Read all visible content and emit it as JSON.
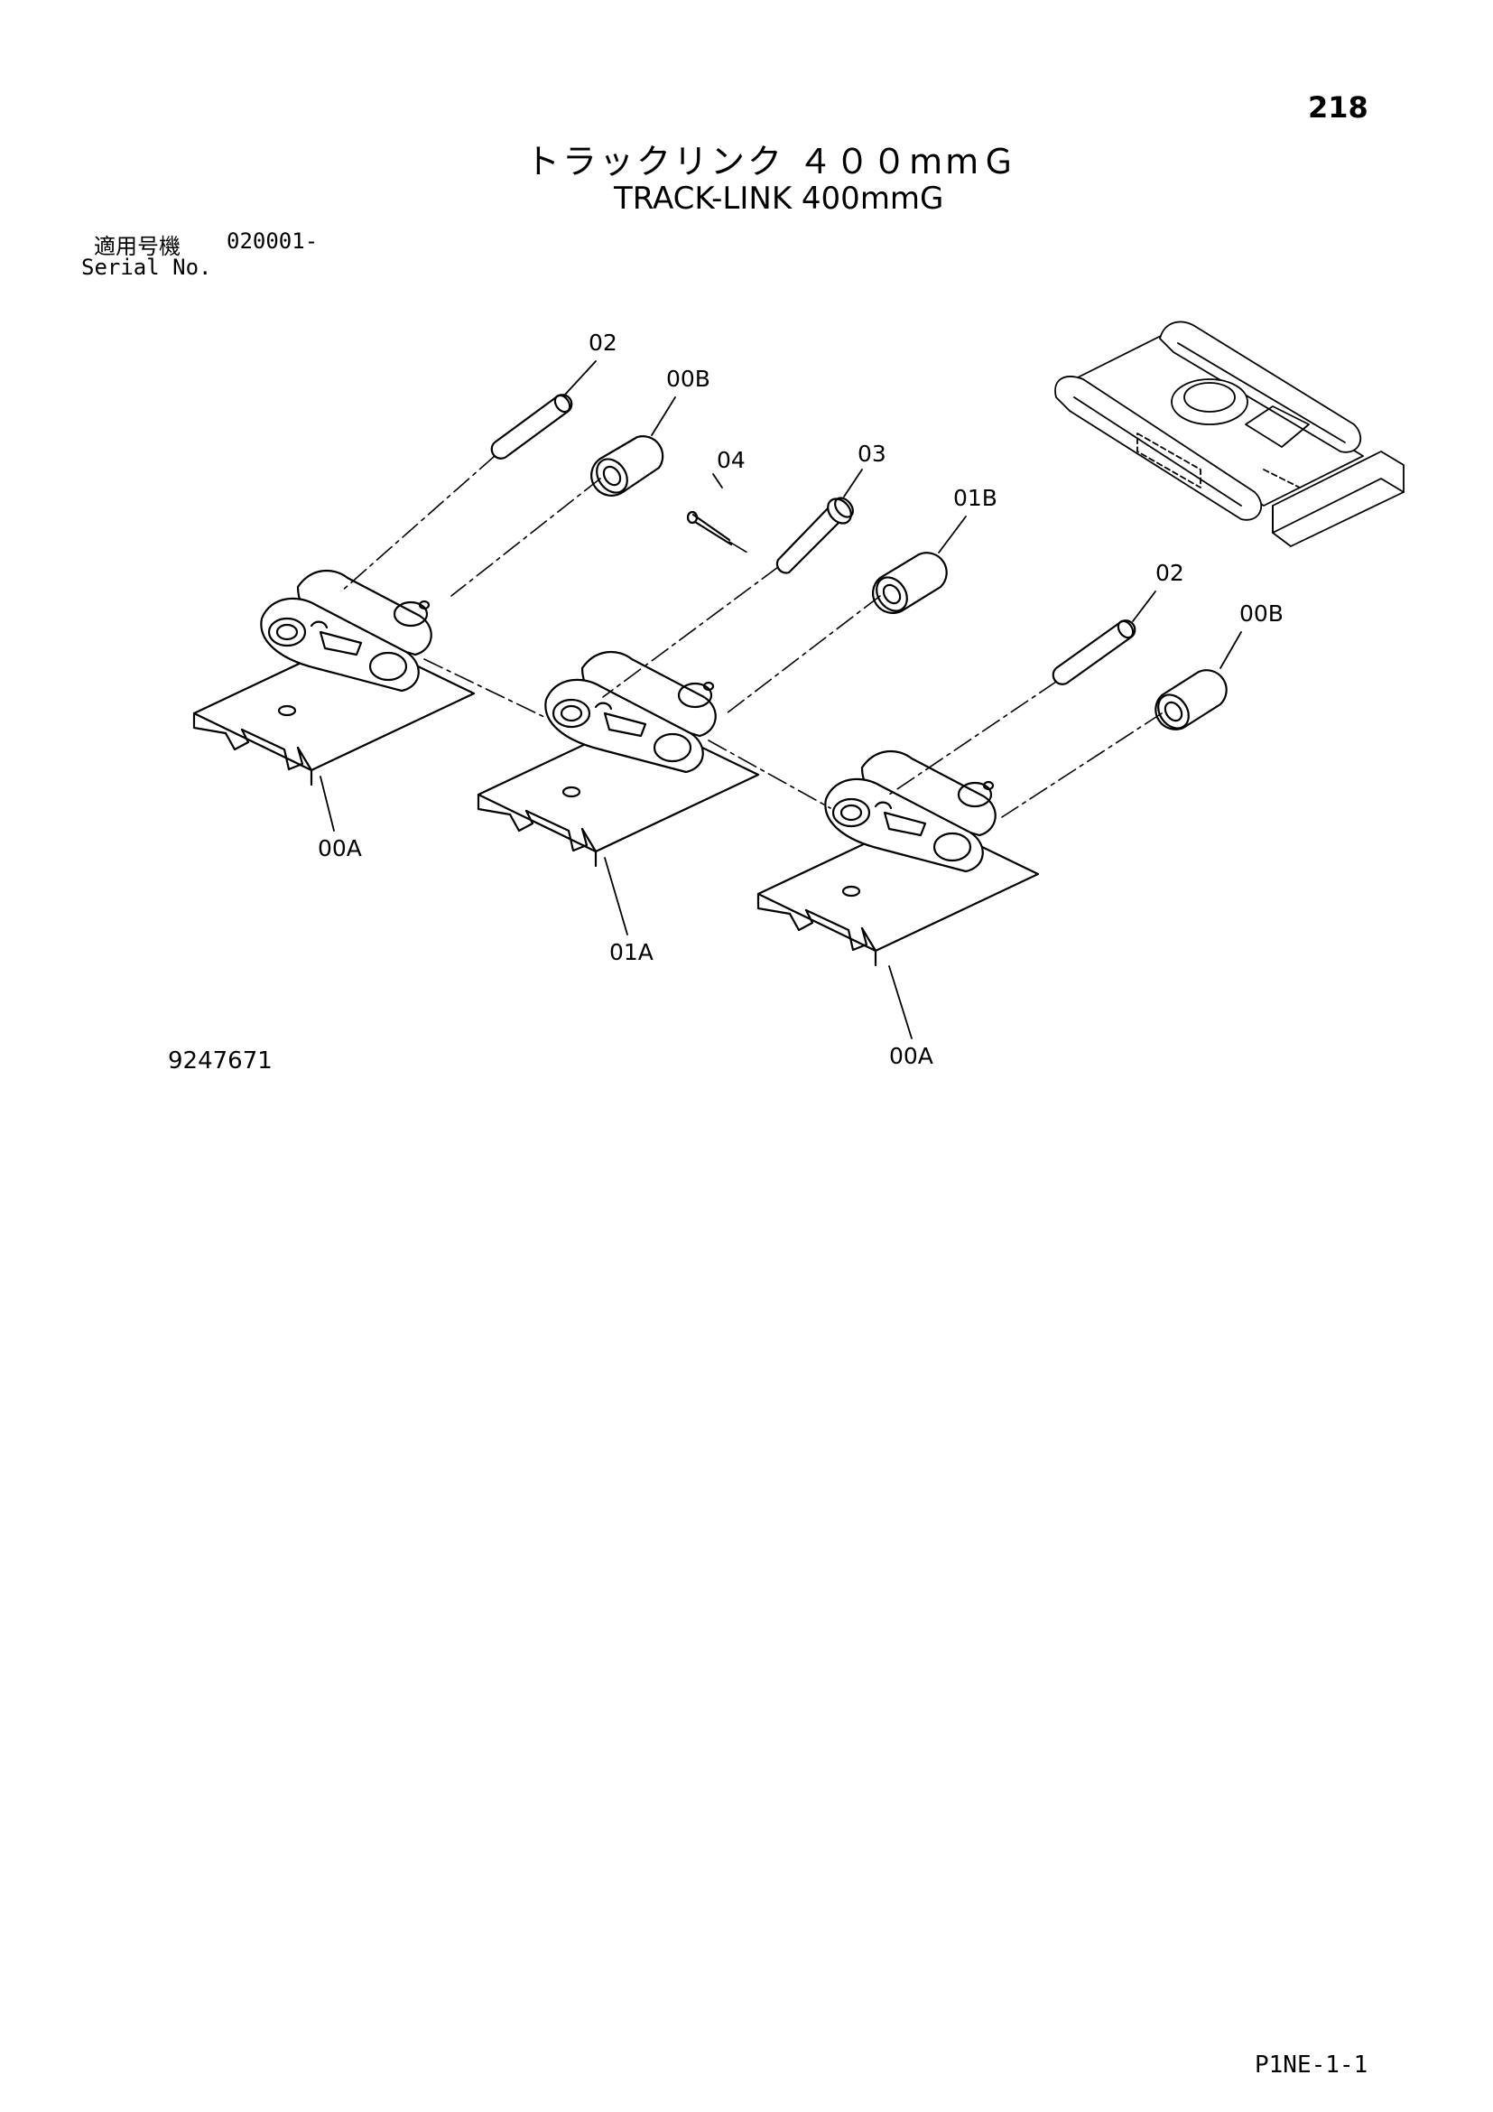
{
  "header": {
    "page_number": "218",
    "title_jp": "トラックリンク ４００mmＧ",
    "title_en": "TRACK-LINK 400mmG",
    "serial_label_jp": "適用号機",
    "serial_range": "020001-",
    "serial_label_en": "Serial No."
  },
  "diagram": {
    "callouts": {
      "c02_top": "02",
      "c00B_top": "00B",
      "c04": "04",
      "c03": "03",
      "c01B": "01B",
      "c02_right": "02",
      "c00B_right": "00B",
      "c00A_left": "00A",
      "c01A": "01A",
      "c00A_bottom": "00A"
    }
  },
  "footer": {
    "drawing_number": "9247671",
    "page_code": "P1NE-1-1"
  }
}
